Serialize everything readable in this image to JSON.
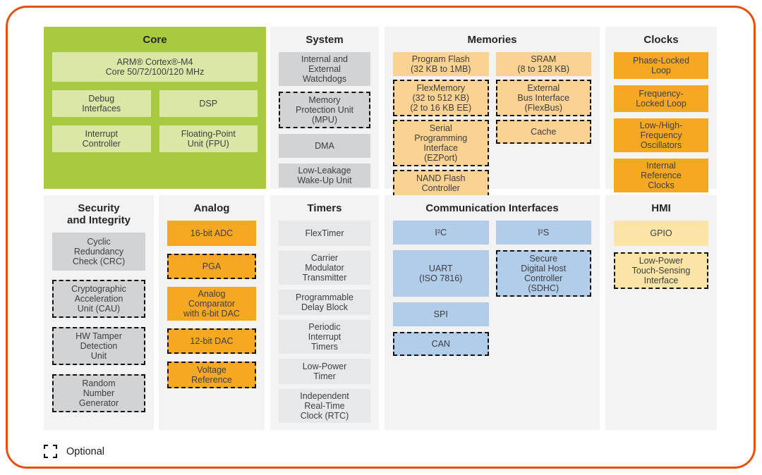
{
  "palette": {
    "frame-border": "#e3520e",
    "section-bg": "#f3f3f4",
    "core-bg": "#a7ca41",
    "core-box": "#dbe7a6",
    "gray-box": "#d2d3d5",
    "light-gray-box": "#e7e8e9",
    "tan-box": "#fad292",
    "orange-box": "#f7a823",
    "blue-box": "#b1cde9",
    "yellow-box": "#fae5a6",
    "text": "#3e3e40",
    "title-text": "#262626",
    "dash": "#111111"
  },
  "legend": {
    "label": "Optional"
  },
  "sections": [
    {
      "id": "core",
      "title": "Core",
      "style": "core-box",
      "blocks": [
        {
          "text": "ARM® Cortex®-M4\nCore 50/72/100/120 MHz",
          "span": "full"
        },
        {
          "text": "Debug\nInterfaces"
        },
        {
          "text": "DSP"
        },
        {
          "text": "Interrupt\nController"
        },
        {
          "text": "Floating-Point\nUnit (FPU)"
        }
      ]
    },
    {
      "id": "system",
      "title": "System",
      "style": "gray-box",
      "blocks": [
        {
          "text": "Internal and\nExternal\nWatchdogs"
        },
        {
          "text": "Memory\nProtection Unit\n(MPU)",
          "dashed": true
        },
        {
          "text": "DMA"
        },
        {
          "text": "Low-Leakage\nWake-Up Unit"
        }
      ]
    },
    {
      "id": "memories",
      "title": "Memories",
      "style": "tan-box",
      "blocks": [
        {
          "text": "Program Flash\n(32 KB to 1MB)",
          "col": 1
        },
        {
          "text": "SRAM\n(8 to 128 KB)",
          "col": 2
        },
        {
          "text": "FlexMemory\n(32 to 512 KB)\n(2 to 16 KB EE)",
          "dashed": true,
          "col": 1
        },
        {
          "text": "External\nBus Interface\n(FlexBus)",
          "dashed": true,
          "col": 2
        },
        {
          "text": "Serial\nProgramming\nInterface\n(EZPort)",
          "dashed": true,
          "col": 1
        },
        {
          "text": "Cache",
          "dashed": true,
          "col": 2
        },
        {
          "text": "NAND Flash\nController",
          "dashed": true,
          "col": 1
        }
      ]
    },
    {
      "id": "clocks",
      "title": "Clocks",
      "style": "orange-box",
      "blocks": [
        {
          "text": "Phase-Locked\nLoop"
        },
        {
          "text": "Frequency-\nLocked Loop"
        },
        {
          "text": "Low-/High-\nFrequency\nOscillators"
        },
        {
          "text": "Internal\nReference\nClocks"
        }
      ]
    },
    {
      "id": "security",
      "title": "Security\nand Integrity",
      "style": "gray-box",
      "blocks": [
        {
          "text": "Cyclic\nRedundancy\nCheck (CRC)"
        },
        {
          "text": "Cryptographic\nAcceleration\nUnit (CAU)",
          "dashed": true
        },
        {
          "text": "HW Tamper\nDetection\nUnit",
          "dashed": true
        },
        {
          "text": "Random\nNumber\nGenerator",
          "dashed": true
        }
      ]
    },
    {
      "id": "analog",
      "title": "Analog",
      "style": "orange-box",
      "blocks": [
        {
          "text": "16-bit ADC"
        },
        {
          "text": "PGA",
          "dashed": true
        },
        {
          "text": "Analog\nComparator\nwith 6-bit DAC"
        },
        {
          "text": "12-bit DAC",
          "dashed": true
        },
        {
          "text": "Voltage\nReference",
          "dashed": true
        }
      ]
    },
    {
      "id": "timers",
      "title": "Timers",
      "style": "light-gray-box",
      "blocks": [
        {
          "text": "FlexTimer"
        },
        {
          "text": "Carrier\nModulator\nTransmitter"
        },
        {
          "text": "Programmable\nDelay Block"
        },
        {
          "text": "Periodic\nInterrupt\nTimers"
        },
        {
          "text": "Low-Power\nTimer"
        },
        {
          "text": "Independent\nReal-Time\nClock (RTC)"
        }
      ]
    },
    {
      "id": "comm",
      "title": "Communication Interfaces",
      "style": "blue-box",
      "blocks": [
        {
          "text": "I²C",
          "col": 1
        },
        {
          "text": "I²S",
          "col": 2
        },
        {
          "text": "UART\n(ISO 7816)",
          "col": 1
        },
        {
          "text": "Secure\nDigital Host\nController\n(SDHC)",
          "dashed": true,
          "col": 2
        },
        {
          "text": "SPI",
          "col": 1
        },
        {
          "text": "CAN",
          "dashed": true,
          "col": 1
        }
      ]
    },
    {
      "id": "hmi",
      "title": "HMI",
      "style": "yellow-box",
      "blocks": [
        {
          "text": "GPIO"
        },
        {
          "text": "Low-Power\nTouch-Sensing\nInterface",
          "dashed": true
        }
      ]
    }
  ]
}
